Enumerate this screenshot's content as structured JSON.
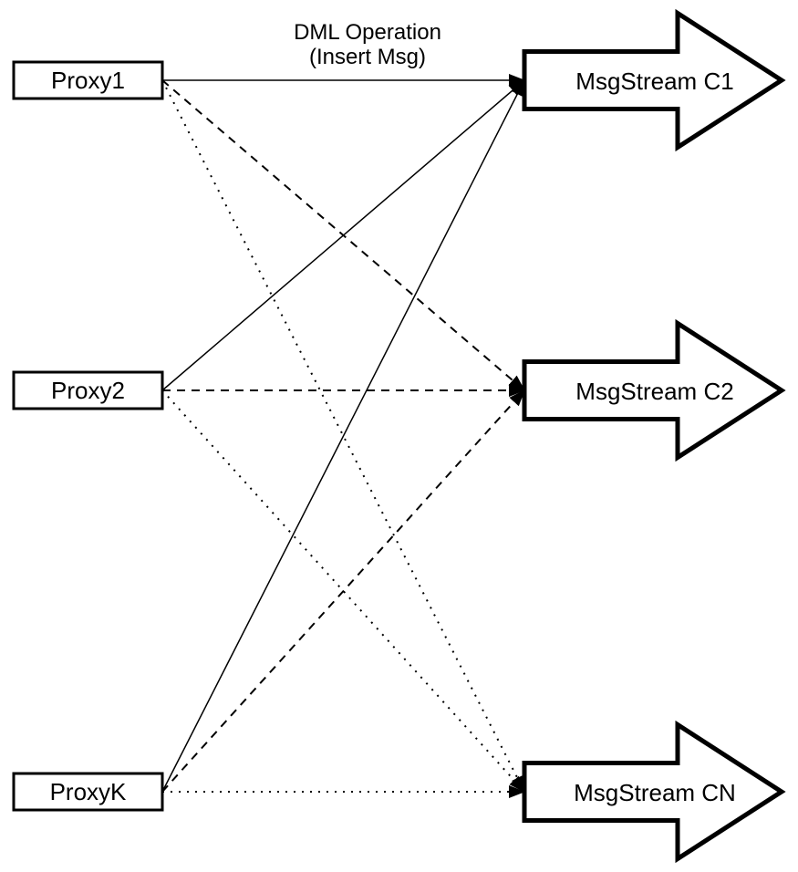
{
  "diagram": {
    "background": "#ffffff",
    "line_color": "#000000",
    "shape_fill": "#ffffff",
    "annotation": {
      "lines": [
        "DML Operation",
        "(Insert Msg)"
      ]
    },
    "proxies": [
      {
        "id": "proxy1",
        "label": "Proxy1"
      },
      {
        "id": "proxy2",
        "label": "Proxy2"
      },
      {
        "id": "proxyk",
        "label": "ProxyK"
      }
    ],
    "streams": [
      {
        "id": "c1",
        "label": "MsgStream C1",
        "incoming_line_style": "solid"
      },
      {
        "id": "c2",
        "label": "MsgStream C2",
        "incoming_line_style": "dashed"
      },
      {
        "id": "cn",
        "label": "MsgStream CN",
        "incoming_line_style": "dotted"
      }
    ],
    "edges": [
      {
        "from": "proxy1",
        "to": "c1",
        "style": "solid"
      },
      {
        "from": "proxy1",
        "to": "c2",
        "style": "dashed"
      },
      {
        "from": "proxy1",
        "to": "cn",
        "style": "dotted"
      },
      {
        "from": "proxy2",
        "to": "c1",
        "style": "solid"
      },
      {
        "from": "proxy2",
        "to": "c2",
        "style": "dashed"
      },
      {
        "from": "proxy2",
        "to": "cn",
        "style": "dotted"
      },
      {
        "from": "proxyk",
        "to": "c1",
        "style": "solid"
      },
      {
        "from": "proxyk",
        "to": "c2",
        "style": "dashed"
      },
      {
        "from": "proxyk",
        "to": "cn",
        "style": "dotted"
      }
    ]
  }
}
